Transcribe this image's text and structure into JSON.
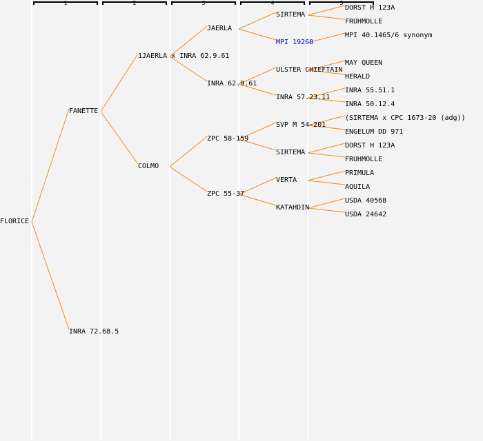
{
  "columns": [
    {
      "label": "1"
    },
    {
      "label": "2"
    },
    {
      "label": "3"
    },
    {
      "label": "4"
    },
    {
      "label": "5"
    }
  ],
  "colors": {
    "connector": "#f08c1e",
    "link": "#0000dd",
    "text": "#000000",
    "background": "#f3f3f3"
  },
  "tree": {
    "name": "FLORICE",
    "children": [
      {
        "name": "FANETTE",
        "children": [
          {
            "name": "1JAERLA x INRA 62.9.61",
            "children": [
              {
                "name": "JAERLA",
                "children": [
                  {
                    "name": "SIRTEMA",
                    "children": [
                      {
                        "name": "DORST H 123A"
                      },
                      {
                        "name": "FRUHMOLLE"
                      }
                    ]
                  },
                  {
                    "name": "MPI 19268",
                    "link": true,
                    "children": [
                      {
                        "name": "MPI 40.1465/6 synonym"
                      }
                    ]
                  }
                ]
              },
              {
                "name": "INRA 62.9.61",
                "children": [
                  {
                    "name": "ULSTER CHIEFTAIN",
                    "children": [
                      {
                        "name": "MAY QUEEN"
                      },
                      {
                        "name": "HERALD"
                      }
                    ]
                  },
                  {
                    "name": "INRA 57.23.11",
                    "children": [
                      {
                        "name": "INRA 55.51.1"
                      },
                      {
                        "name": "INRA 50.12.4"
                      }
                    ]
                  }
                ]
              }
            ]
          },
          {
            "name": "COLMO",
            "children": [
              {
                "name": "ZPC 58-159",
                "children": [
                  {
                    "name": "SVP M 54-201",
                    "children": [
                      {
                        "name": "(SIRTEMA x CPC 1673-20 (adg))"
                      },
                      {
                        "name": "ENGELUM DD 971"
                      }
                    ]
                  },
                  {
                    "name": "SIRTEMA",
                    "children": [
                      {
                        "name": "DORST H 123A"
                      },
                      {
                        "name": "FRUHMOLLE"
                      }
                    ]
                  }
                ]
              },
              {
                "name": "ZPC 55-37",
                "children": [
                  {
                    "name": "VERTA",
                    "children": [
                      {
                        "name": "PRIMULA"
                      },
                      {
                        "name": "AQUILA"
                      }
                    ]
                  },
                  {
                    "name": "KATAHDIN",
                    "children": [
                      {
                        "name": "USDA 40568"
                      },
                      {
                        "name": "USDA 24642"
                      }
                    ]
                  }
                ]
              }
            ]
          }
        ]
      },
      {
        "name": "INRA 72.68.5"
      }
    ]
  }
}
